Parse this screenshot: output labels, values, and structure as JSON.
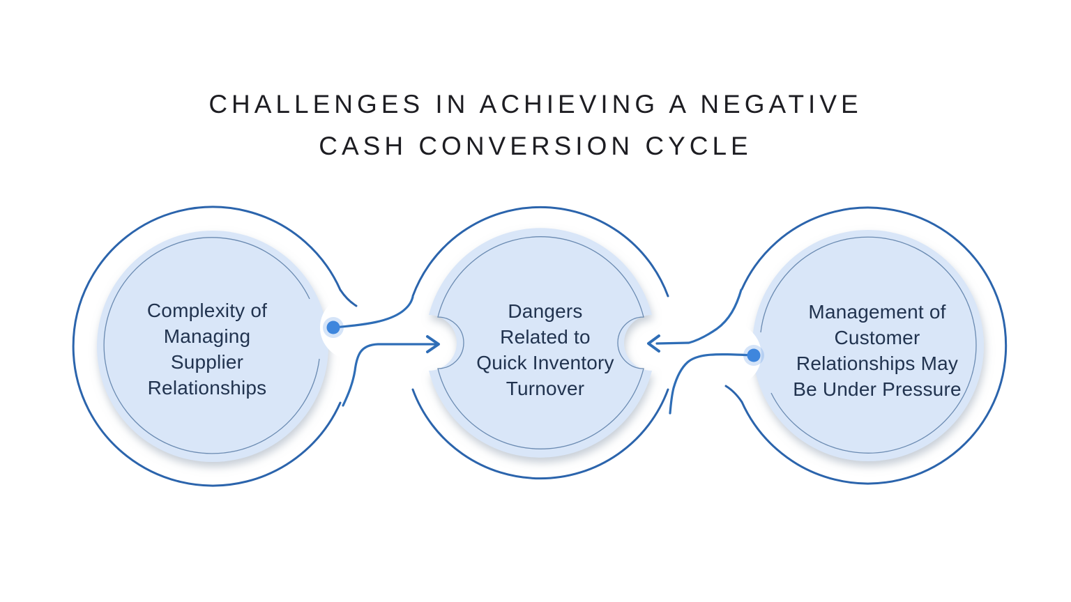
{
  "title": {
    "lines": [
      "CHALLENGES IN ACHIEVING A NEGATIVE",
      "CASH CONVERSION CYCLE"
    ]
  },
  "circles": [
    {
      "name": "supplier",
      "lines": [
        "Complexity of",
        "Managing",
        "Supplier",
        "Relationships"
      ]
    },
    {
      "name": "inventory",
      "lines": [
        "Dangers",
        "Related to",
        "Quick Inventory",
        "Turnover"
      ]
    },
    {
      "name": "customer",
      "lines": [
        "Management of",
        "Customer",
        "Relationships May",
        "Be Under Pressure"
      ]
    }
  ],
  "connectors": [
    {
      "from": "supplier",
      "to": "inventory",
      "direction": "right"
    },
    {
      "from": "customer",
      "to": "inventory",
      "direction": "left"
    }
  ],
  "icons": {
    "forward_arrow": "chevron-right-icon",
    "backward_arrow": "chevron-left-icon",
    "node": "dot-icon"
  },
  "colors": {
    "background": "#ffffff",
    "circle_fill": "#d9e6f8",
    "outer_ring": "#2b64ac",
    "inner_stroke": "#5d7fa9",
    "connector": "#2e6db6",
    "dot": "#3e86dd",
    "title_text": "#1d1d22",
    "circle_text": "#21334f"
  }
}
